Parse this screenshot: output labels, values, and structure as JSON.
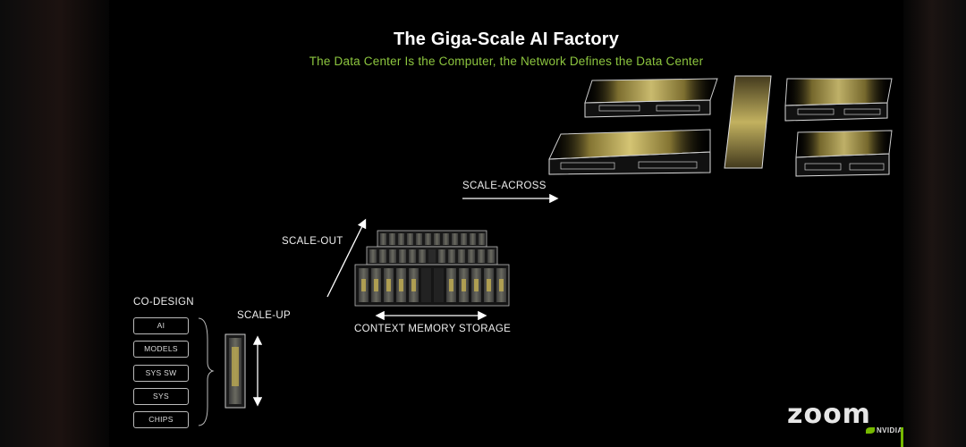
{
  "slide": {
    "title": "The Giga-Scale AI Factory",
    "subtitle": "The Data Center Is the Computer, the Network Defines the Data Center"
  },
  "labels": {
    "co_design": "CO-DESIGN",
    "scale_up": "SCALE-UP",
    "scale_out": "SCALE-OUT",
    "scale_across": "SCALE-ACROSS",
    "context_memory_storage": "CONTEXT MEMORY STORAGE"
  },
  "co_design_items": [
    "AI",
    "MODELS",
    "SYS SW",
    "SYS",
    "CHIPS"
  ],
  "branding": {
    "zoom": "zoom",
    "nvidia": "NVIDIA"
  },
  "colors": {
    "accent_green": "#8dc63f",
    "nvidia_green": "#76b900",
    "gold": "#d8c56a"
  }
}
